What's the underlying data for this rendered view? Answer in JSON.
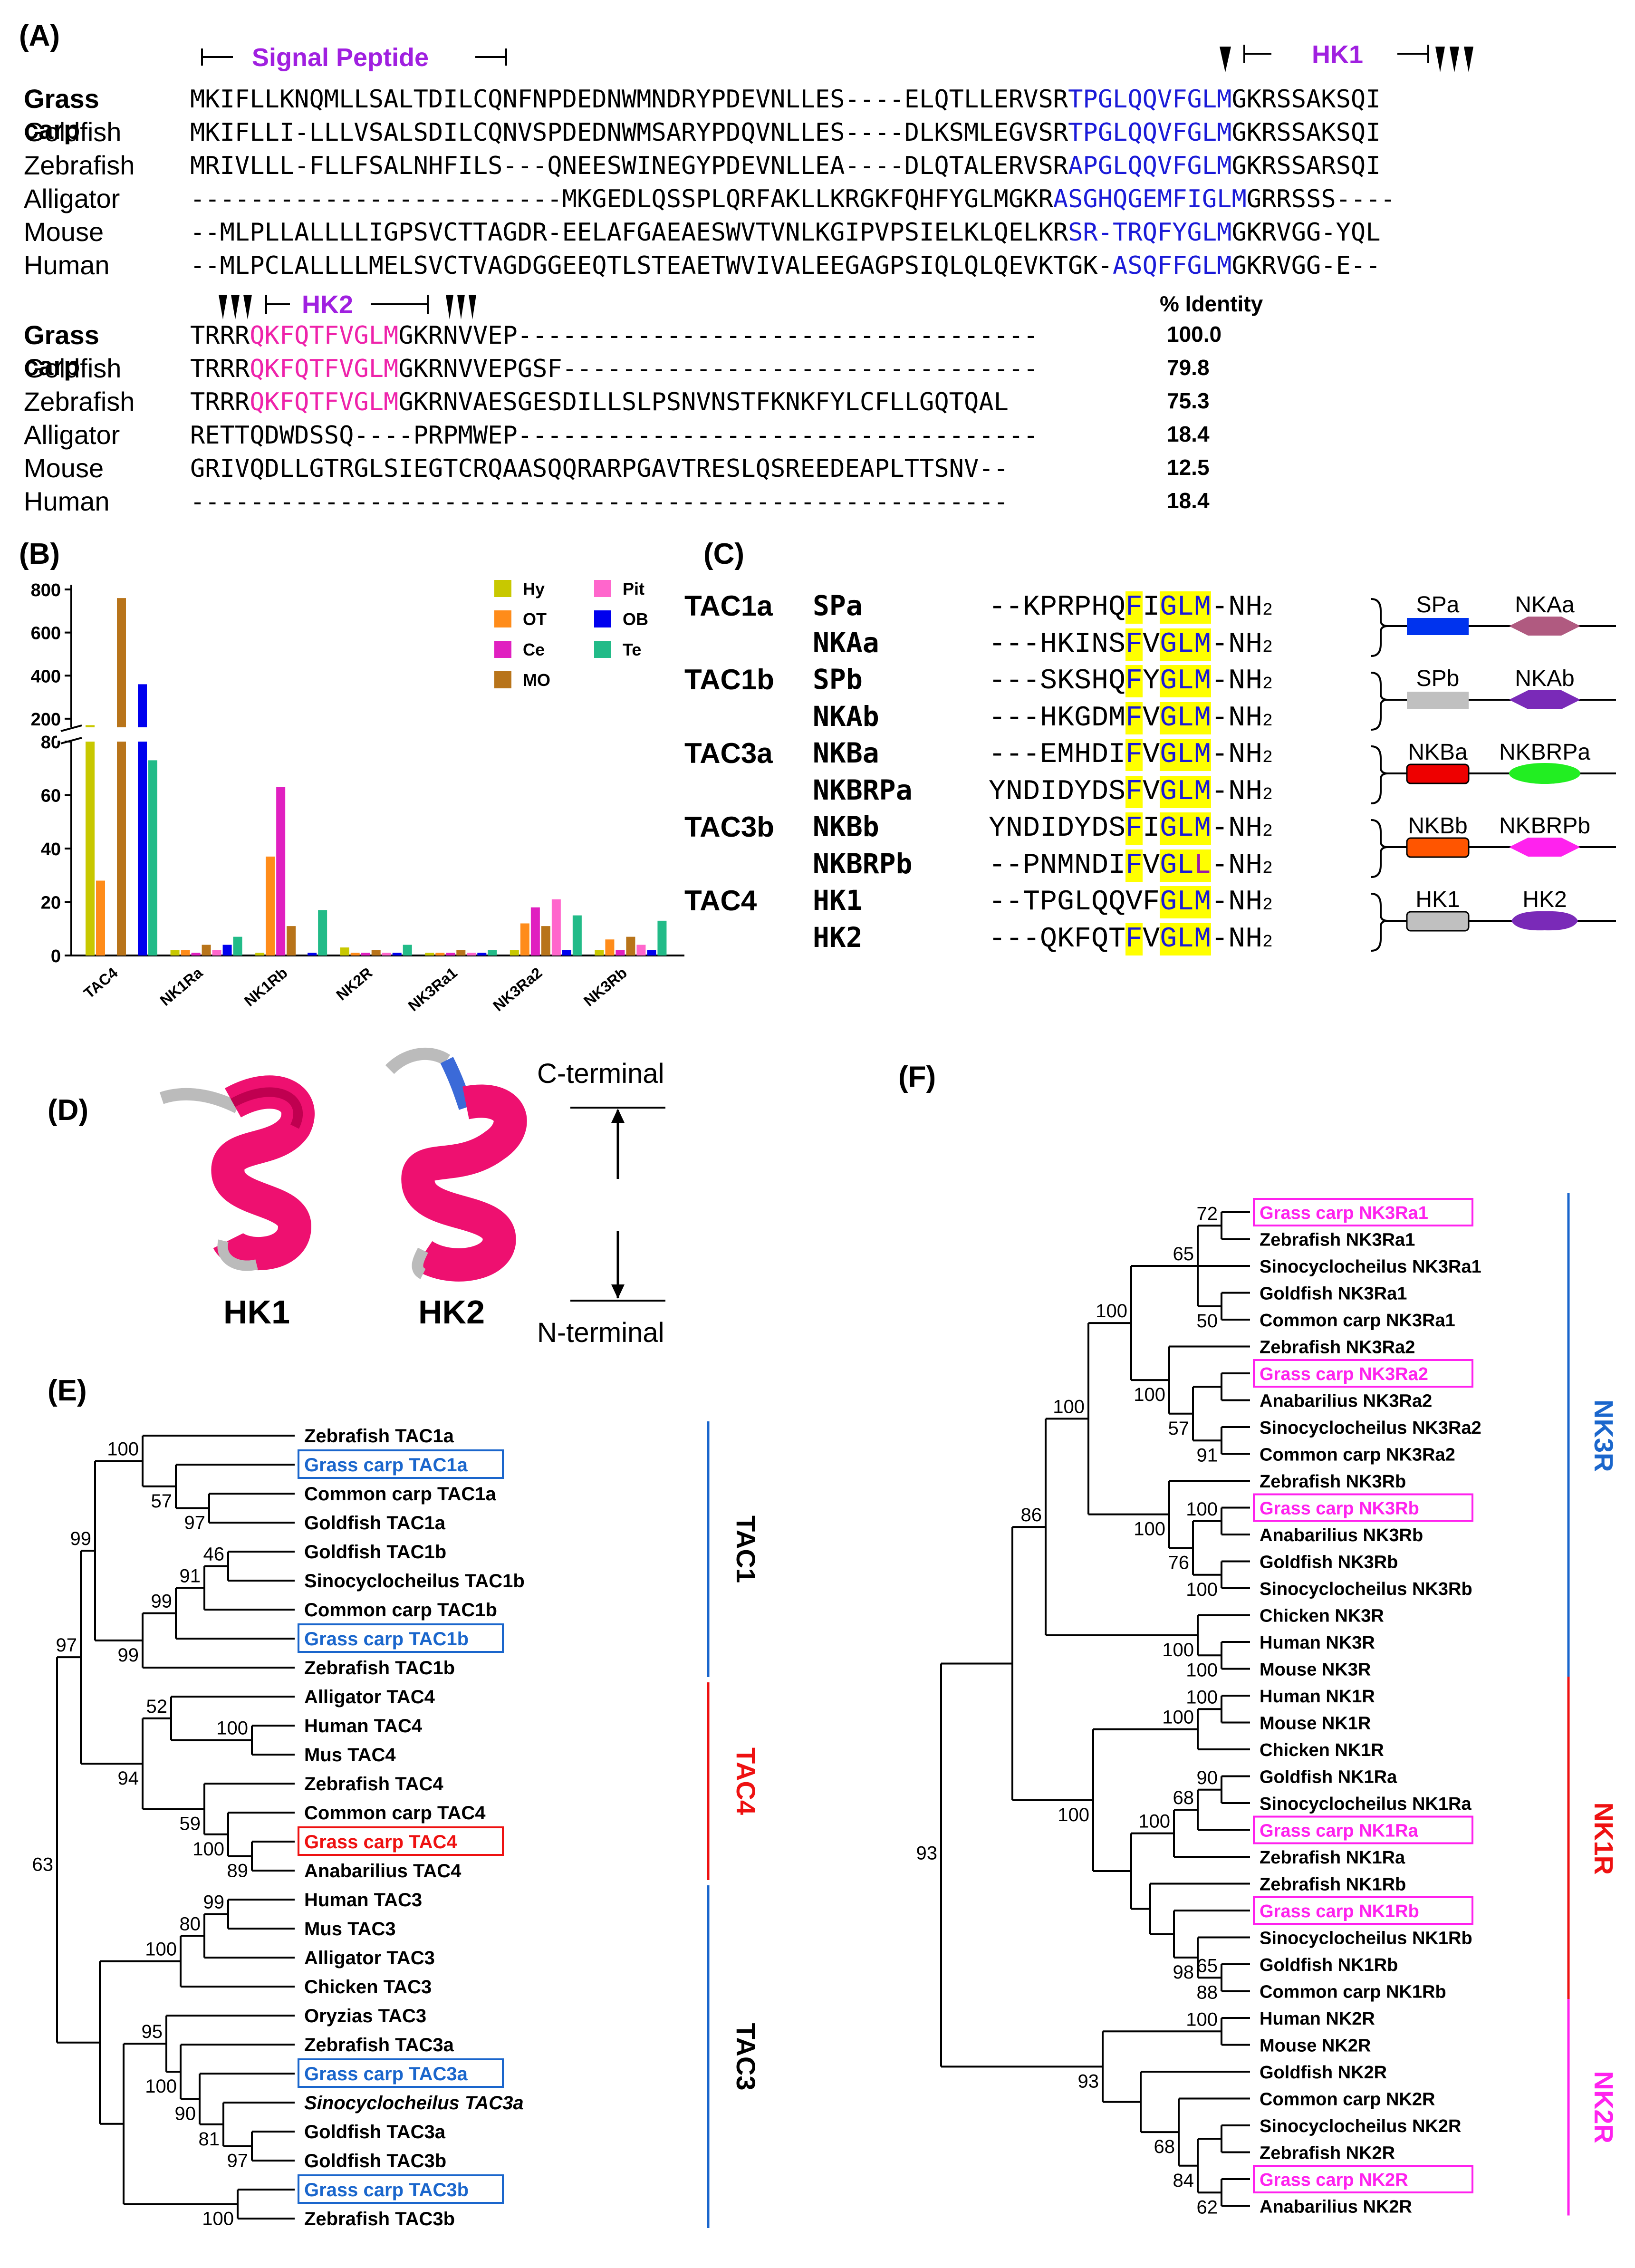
{
  "panels": {
    "A": "(A)",
    "B": "(B)",
    "C": "(C)",
    "D": "(D)",
    "E": "(E)",
    "F": "(F)"
  },
  "panelA": {
    "labels": {
      "signal": "Signal Peptide",
      "hk1": "HK1",
      "hk2": "HK2",
      "identity": "% Identity"
    },
    "rows1": [
      {
        "species": "Grass carp",
        "bold": true,
        "pre": "MKIFLLKNQMLLSALTDILCQNFNPDEDNWMNDRYPDEVNLLES----ELQTLLERVSR",
        "hl": "TPGLQQVFGLM",
        "post": "GKRSSAKSQI",
        "color": "blue"
      },
      {
        "species": "Goldfish",
        "bold": false,
        "pre": "MKIFLLI-LLLVSALSDILCQNVSPDEDNWMSARYPDQVNLLES----DLKSMLEGVSR",
        "hl": "TPGLQQVFGLM",
        "post": "GKRSSAKSQI",
        "color": "blue"
      },
      {
        "species": "Zebrafish",
        "bold": false,
        "pre": "MRIVLLL-FLLFSALNHFILS---QNEESWINEGYPDEVNLLEA----DLQTALERVSR",
        "hl": "APGLQQVFGLM",
        "post": "GKRSSARSQI",
        "color": "blue"
      },
      {
        "species": "Alligator",
        "bold": false,
        "pre": "-------------------------MKGEDLQSSPLQRFAKLLKRGKFQHFYGLMGKR",
        "hl": "ASGHQGEMFIGLM",
        "post": "GRRSSS----",
        "color": "blue"
      },
      {
        "species": "Mouse",
        "bold": false,
        "pre": "--MLPLLALLLLIGPSVCTTAGDR-EELAFGAEAESWVTVNLKGIPVPSIELKLQELKR",
        "hl": "SR-TRQFYGLM",
        "post": "GKRVGG-YQL",
        "color": "blue"
      },
      {
        "species": "Human",
        "bold": false,
        "pre": "--MLPCLALLLLMELSVCTVAGDGGEEQTLSTEAETWVIVALEEGAGPSIQLQLQEVKTGK-",
        "hl": "ASQFFGLM",
        "post": "GKRVGG-E--",
        "color": "blue"
      }
    ],
    "rows2": [
      {
        "species": "Grass carp",
        "bold": true,
        "pre": "TRRR",
        "hl": "QKFQTFVGLM",
        "post": "GKRNVVEP-----------------------------------",
        "pid": "100.0"
      },
      {
        "species": "Goldfish",
        "bold": false,
        "pre": "TRRR",
        "hl": "QKFQTFVGLM",
        "post": "GKRNVVEPGSF--------------------------------",
        "pid": "79.8"
      },
      {
        "species": "Zebrafish",
        "bold": false,
        "pre": "TRRR",
        "hl": "QKFQTFVGLM",
        "post": "GKRNVAESGESDILLSLPSNVNSTFKNKFYLCFLLGQTQAL",
        "pid": "75.3"
      },
      {
        "species": "Alligator",
        "bold": false,
        "pre": "RETTQDWDSSQ----PRPMWEP-----------------------------------",
        "hl": "",
        "post": "",
        "pid": "18.4"
      },
      {
        "species": "Mouse",
        "bold": false,
        "pre": "GRIVQDLLGTRGLSIEGTCRQAASQQRARPGAVTRESLQSREEDEAPLTTSNV--",
        "hl": "",
        "post": "",
        "pid": "12.5"
      },
      {
        "species": "Human",
        "bold": false,
        "pre": "-------------------------------------------------------",
        "hl": "",
        "post": "",
        "pid": "18.4"
      }
    ]
  },
  "chart_data": {
    "type": "bar",
    "categories": [
      "TAC4",
      "NK1Ra",
      "NK1Rb",
      "NK2R",
      "NK3Ra1",
      "NK3Ra2",
      "NK3Rb"
    ],
    "series": [
      {
        "name": "Hy",
        "color": "#c8c800",
        "values": [
          108,
          2,
          1,
          3,
          1,
          2,
          2
        ]
      },
      {
        "name": "OT",
        "color": "#ff8c1a",
        "values": [
          28,
          2,
          37,
          1,
          1,
          12,
          6
        ]
      },
      {
        "name": "Ce",
        "color": "#e020c0",
        "values": [
          0,
          1,
          63,
          1,
          1,
          18,
          2
        ]
      },
      {
        "name": "MO",
        "color": "#b8741a",
        "values": [
          760,
          4,
          11,
          2,
          2,
          11,
          7
        ]
      },
      {
        "name": "Pit",
        "color": "#ff66cc",
        "values": [
          0,
          2,
          0,
          1,
          1,
          21,
          4
        ]
      },
      {
        "name": "OB",
        "color": "#0000ee",
        "values": [
          360,
          4,
          1,
          1,
          1,
          2,
          2
        ]
      },
      {
        "name": "Te",
        "color": "#22bb88",
        "values": [
          73,
          7,
          17,
          4,
          2,
          15,
          13
        ]
      }
    ],
    "ylim": [
      0,
      800
    ],
    "break": [
      80,
      160
    ],
    "yticks": [
      "0",
      "20",
      "40",
      "60",
      "80",
      "200",
      "400",
      "600",
      "800"
    ],
    "legend_position": "top-right"
  },
  "panelC": {
    "groups": [
      {
        "gene": "TAC1a",
        "rows": [
          {
            "pep": "SPa",
            "pre": "--KPRPHQ",
            "a": "F",
            "m": "I",
            "b": "GLM",
            "end": "-NH",
            "last_color": "blue"
          },
          {
            "pep": "NKAa",
            "pre": "---HKINS",
            "a": "F",
            "m": "V",
            "b": "GLM",
            "end": "-NH",
            "last_color": "blue"
          }
        ],
        "shapes": [
          {
            "label": "SPa",
            "color": "#0033ee",
            "shape": "rect"
          },
          {
            "label": "NKAa",
            "color": "#b05a80",
            "shape": "hex"
          }
        ]
      },
      {
        "gene": "TAC1b",
        "rows": [
          {
            "pep": "SPb",
            "pre": "---SKSHQ",
            "a": "F",
            "m": "Y",
            "b": "GLM",
            "end": "-NH",
            "last_color": "blue"
          },
          {
            "pep": "NKAb",
            "pre": "---HKGDM",
            "a": "F",
            "m": "V",
            "b": "GLM",
            "end": "-NH",
            "last_color": "blue"
          }
        ],
        "shapes": [
          {
            "label": "SPb",
            "color": "#c0c0c0",
            "shape": "rect"
          },
          {
            "label": "NKAb",
            "color": "#7a2ab8",
            "shape": "hex"
          }
        ]
      },
      {
        "gene": "TAC3a",
        "rows": [
          {
            "pep": "NKBa",
            "pre": "---EMHDI",
            "a": "F",
            "m": "V",
            "b": "GLM",
            "end": "-NH",
            "last_color": "blue"
          },
          {
            "pep": "NKBRPa",
            "pre": "YNDIDYDS",
            "a": "F",
            "m": "V",
            "b": "GLM",
            "end": "-NH",
            "last_color": "blue"
          }
        ],
        "shapes": [
          {
            "label": "NKBa",
            "color": "#ee0000",
            "shape": "rrect"
          },
          {
            "label": "NKBRPa",
            "color": "#22ee22",
            "shape": "ellipse"
          }
        ]
      },
      {
        "gene": "TAC3b",
        "rows": [
          {
            "pep": "NKBb",
            "pre": "YNDIDYDS",
            "a": "F",
            "m": "I",
            "b": "GLM",
            "end": "-NH",
            "last_color": "blue"
          },
          {
            "pep": "NKBRPb",
            "pre": "--PNMNDI",
            "a": "F",
            "m": "V",
            "b": "GLL",
            "end": "-NH",
            "last_color": "purple"
          }
        ],
        "shapes": [
          {
            "label": "NKBb",
            "color": "#ff5500",
            "shape": "rrect"
          },
          {
            "label": "NKBRPb",
            "color": "#ff22ee",
            "shape": "hex"
          }
        ]
      },
      {
        "gene": "TAC4",
        "rows": [
          {
            "pep": "HK1",
            "pre": "--TPGLQQ",
            "a": "V",
            "m": "F",
            "b": "GLM",
            "end": "-NH",
            "last_color": "blue",
            "plainA": true
          },
          {
            "pep": "HK2",
            "pre": "---QKFQT",
            "a": "F",
            "m": "V",
            "b": "GLM",
            "end": "-NH",
            "last_color": "blue"
          }
        ],
        "shapes": [
          {
            "label": "HK1",
            "color": "#c0c0c0",
            "shape": "rrect"
          },
          {
            "label": "HK2",
            "color": "#7a2ab8",
            "shape": "blob"
          }
        ]
      }
    ]
  },
  "panelD": {
    "hk1": "HK1",
    "hk2": "HK2",
    "c_terminal": "C-terminal",
    "n_terminal": "N-terminal"
  },
  "panelE": {
    "tips": [
      {
        "text": "Zebrafish  TAC1a",
        "box": ""
      },
      {
        "text": "Grass  carp  TAC1a",
        "box": "blue"
      },
      {
        "text": "Common  carp  TAC1a",
        "box": ""
      },
      {
        "text": "Goldfish  TAC1a",
        "box": ""
      },
      {
        "text": "Goldfish  TAC1b",
        "box": ""
      },
      {
        "text": "Sinocyclocheilus  TAC1b",
        "box": ""
      },
      {
        "text": "Common  carp  TAC1b",
        "box": ""
      },
      {
        "text": "Grass  carp  TAC1b",
        "box": "blue"
      },
      {
        "text": "Zebrafish  TAC1b",
        "box": ""
      },
      {
        "text": "Alligator  TAC4",
        "box": ""
      },
      {
        "text": "Human  TAC4",
        "box": ""
      },
      {
        "text": "Mus  TAC4",
        "box": ""
      },
      {
        "text": "Zebrafish  TAC4",
        "box": ""
      },
      {
        "text": "Common  carp  TAC4",
        "box": ""
      },
      {
        "text": "Grass  carp  TAC4",
        "box": "red"
      },
      {
        "text": "Anabarilius  TAC4",
        "box": ""
      },
      {
        "text": "Human  TAC3",
        "box": ""
      },
      {
        "text": "Mus  TAC3",
        "box": ""
      },
      {
        "text": "Alligator  TAC3",
        "box": ""
      },
      {
        "text": "Chicken  TAC3",
        "box": ""
      },
      {
        "text": "Oryzias  TAC3",
        "box": ""
      },
      {
        "text": "Zebrafish  TAC3a",
        "box": ""
      },
      {
        "text": "Grass  carp  TAC3a",
        "box": "blue"
      },
      {
        "text": "Sinocyclocheilus  TAC3a",
        "box": "",
        "italic": true
      },
      {
        "text": "Goldfish  TAC3a",
        "box": ""
      },
      {
        "text": "Goldfish  TAC3b",
        "box": ""
      },
      {
        "text": "Grass  carp  TAC3b",
        "box": "blue"
      },
      {
        "text": "Zebrafish  TAC3b",
        "box": ""
      }
    ],
    "clades": [
      {
        "label": "TAC1",
        "color": "#1a66cc",
        "text_color": "#000000"
      },
      {
        "label": "TAC4",
        "color": "#ee1111",
        "text_color": "#ee1111"
      },
      {
        "label": "TAC3",
        "color": "#1a66cc",
        "text_color": "#000000"
      }
    ],
    "boot": [
      "100",
      "57",
      "97",
      "99",
      "91",
      "46",
      "99",
      "99",
      "97",
      "94",
      "52",
      "100",
      "59",
      "100",
      "89",
      "80",
      "99",
      "100",
      "95",
      "100",
      "90",
      "81",
      "97",
      "63",
      "100"
    ]
  },
  "panelF": {
    "tips": [
      {
        "text": "Grass  carp  NK3Ra1",
        "box": true
      },
      {
        "text": "Zebrafish  NK3Ra1",
        "box": false
      },
      {
        "text": "Sinocyclocheilus  NK3Ra1",
        "box": false
      },
      {
        "text": "Goldfish  NK3Ra1",
        "box": false
      },
      {
        "text": "Common  carp  NK3Ra1",
        "box": false
      },
      {
        "text": "Zebrafish  NK3Ra2",
        "box": false
      },
      {
        "text": "Grass  carp  NK3Ra2",
        "box": true
      },
      {
        "text": "Anabarilius  NK3Ra2",
        "box": false
      },
      {
        "text": "Sinocyclocheilus  NK3Ra2",
        "box": false
      },
      {
        "text": "Common  carp  NK3Ra2",
        "box": false
      },
      {
        "text": "Zebrafish  NK3Rb",
        "box": false
      },
      {
        "text": "Grass  carp  NK3Rb",
        "box": true
      },
      {
        "text": "Anabarilius  NK3Rb",
        "box": false
      },
      {
        "text": "Goldfish  NK3Rb",
        "box": false
      },
      {
        "text": "Sinocyclocheilus  NK3Rb",
        "box": false
      },
      {
        "text": "Chicken  NK3R",
        "box": false
      },
      {
        "text": "Human  NK3R",
        "box": false
      },
      {
        "text": "Mouse  NK3R",
        "box": false
      },
      {
        "text": "Human  NK1R",
        "box": false
      },
      {
        "text": "Mouse  NK1R",
        "box": false
      },
      {
        "text": "Chicken  NK1R",
        "box": false
      },
      {
        "text": "Goldfish  NK1Ra",
        "box": false
      },
      {
        "text": "Sinocyclocheilus  NK1Ra",
        "box": false
      },
      {
        "text": "Grass  carp  NK1Ra",
        "box": true
      },
      {
        "text": "Zebrafish  NK1Ra",
        "box": false
      },
      {
        "text": "Zebrafish  NK1Rb",
        "box": false
      },
      {
        "text": "Grass  carp  NK1Rb",
        "box": true
      },
      {
        "text": "Sinocyclocheilus  NK1Rb",
        "box": false
      },
      {
        "text": "Goldfish  NK1Rb",
        "box": false
      },
      {
        "text": "Common  carp  NK1Rb",
        "box": false
      },
      {
        "text": "Human  NK2R",
        "box": false
      },
      {
        "text": "Mouse  NK2R",
        "box": false
      },
      {
        "text": "Goldfish  NK2R",
        "box": false
      },
      {
        "text": "Common  carp  NK2R",
        "box": false
      },
      {
        "text": "Sinocyclocheilus  NK2R",
        "box": false
      },
      {
        "text": "Zebrafish  NK2R",
        "box": false
      },
      {
        "text": "Grass  carp  NK2R",
        "box": true
      },
      {
        "text": "Anabarilius  NK2R",
        "box": false
      }
    ],
    "clades": [
      {
        "label": "NK3R",
        "color": "#1a66cc"
      },
      {
        "label": "NK1R",
        "color": "#ee1111"
      },
      {
        "label": "NK2R",
        "color": "#ff22ee"
      }
    ],
    "boot": [
      "72",
      "65",
      "50",
      "100",
      "100",
      "57",
      "91",
      "100",
      "86",
      "100",
      "76",
      "100",
      "100",
      "100",
      "93",
      "100",
      "90",
      "68",
      "100",
      "100",
      "65",
      "98",
      "88",
      "100",
      "100",
      "100",
      "93",
      "68",
      "84",
      "62"
    ]
  }
}
